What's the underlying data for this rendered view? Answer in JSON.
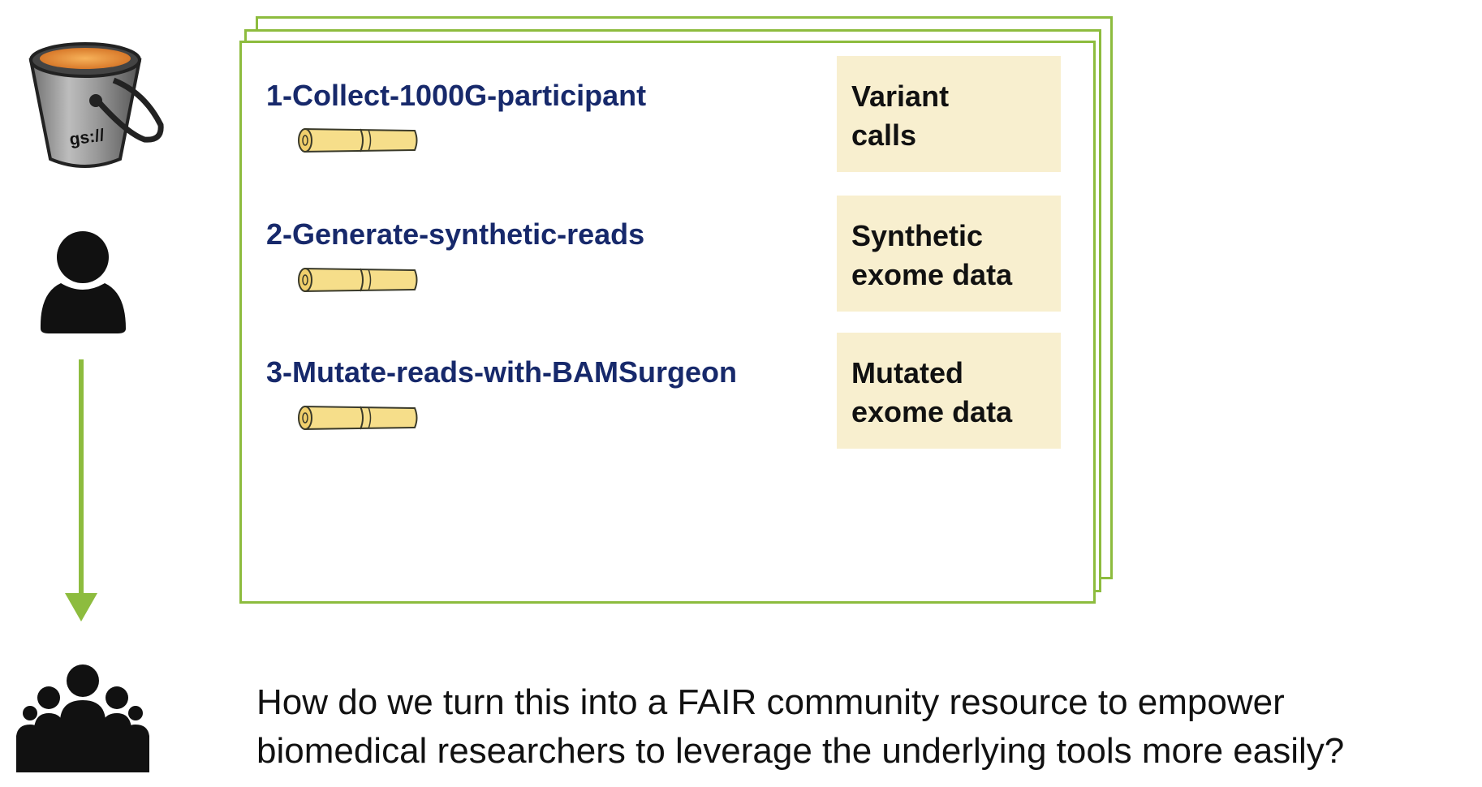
{
  "bucket": {
    "label": "gs://"
  },
  "steps": [
    {
      "title": "1-Collect-1000G-participant",
      "output_line1": "Variant",
      "output_line2": "calls"
    },
    {
      "title": "2-Generate-synthetic-reads",
      "output_line1": "Synthetic",
      "output_line2": "exome data"
    },
    {
      "title": "3-Mutate-reads-with-BAMSurgeon",
      "output_line1": "Mutated",
      "output_line2": "exome data"
    }
  ],
  "question": {
    "line1": "How do we turn this into a FAIR community resource to empower",
    "line2": "biomedical researchers to leverage the underlying tools more easily?"
  },
  "colors": {
    "frame_border": "#8dbc3e",
    "step_title": "#17296b",
    "output_box": "#f8efcf",
    "arrow": "#8dbc3e",
    "scroll": "#f6de8a"
  }
}
